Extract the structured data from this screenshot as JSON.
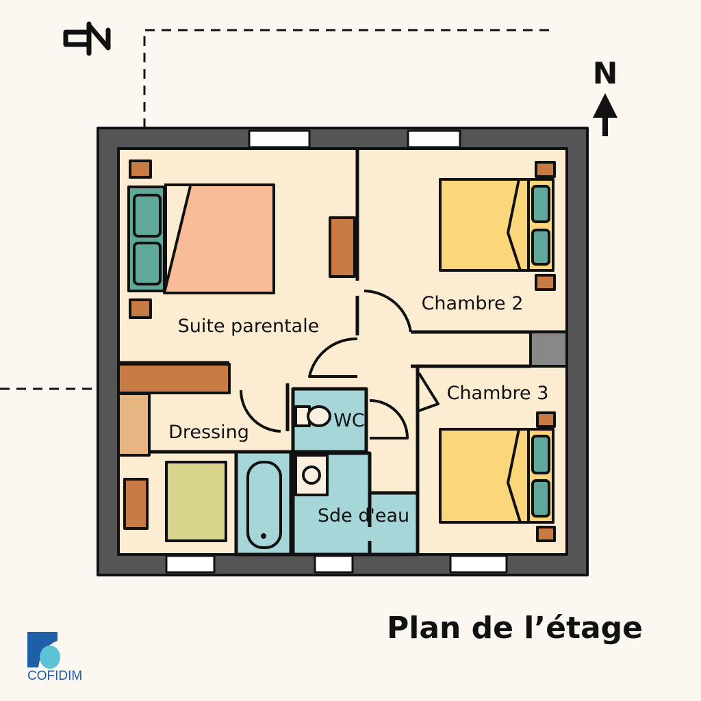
{
  "rooms": {
    "suite": "Suite parentale",
    "chambre2": "Chambre 2",
    "chambre3": "Chambre 3",
    "dressing": "Dressing",
    "wc": "WC",
    "sde": "Sde d'eau"
  },
  "title": "Plan de l’étage",
  "compass": {
    "north_label": "N"
  },
  "logo": {
    "text": "COFIDIM"
  },
  "colors": {
    "wall": "#555555",
    "floor": "#fbecd2",
    "water": "#a7d6d8",
    "master_bed": "#f9bc98",
    "kids_bed": "#fbd67a",
    "pillow": "#5fa89a",
    "furniture": "#c97b45"
  }
}
